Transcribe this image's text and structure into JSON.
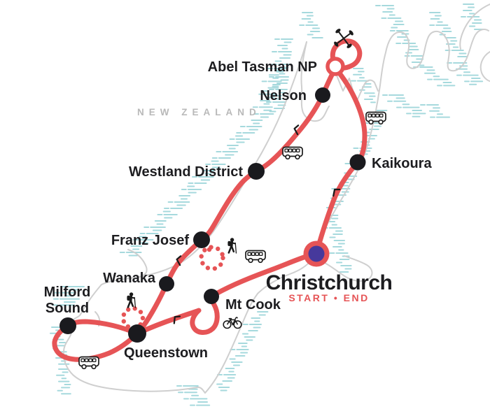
{
  "map": {
    "region_label": "NEW ZEALAND",
    "colors": {
      "route": "#E65456",
      "stop_dot": "#1A1A1E",
      "start_end_fill": "#46399C",
      "water": "#A6D9DD",
      "coastline": "#CFCFCF",
      "label_text": "#1D1D20",
      "region_text": "#B9B9B9"
    }
  },
  "stops": [
    {
      "id": "christchurch",
      "label": "Christchurch",
      "sublabel": "START • END",
      "marker": "start-end-ring"
    },
    {
      "id": "kaikoura",
      "label": "Kaikoura",
      "marker": "dot"
    },
    {
      "id": "abel-tasman-np",
      "label": "Abel Tasman NP",
      "marker": "open-ring"
    },
    {
      "id": "nelson",
      "label": "Nelson",
      "marker": "dot"
    },
    {
      "id": "westland-district",
      "label": "Westland District",
      "marker": "dot"
    },
    {
      "id": "franz-josef",
      "label": "Franz Josef",
      "marker": "dot"
    },
    {
      "id": "wanaka",
      "label": "Wanaka",
      "marker": "dot"
    },
    {
      "id": "milford-sound",
      "label": "Milford Sound",
      "line1": "Milford",
      "line2": "Sound",
      "marker": "dot"
    },
    {
      "id": "queenstown",
      "label": "Queenstown",
      "marker": "dot"
    },
    {
      "id": "mt-cook",
      "label": "Mt Cook",
      "marker": "dot"
    }
  ],
  "icons": {
    "kayak": "crossed-paddles",
    "bus": "minibus",
    "hiker": "person-hiking",
    "bicycle": "bicycle",
    "bird": "bird-mark"
  }
}
